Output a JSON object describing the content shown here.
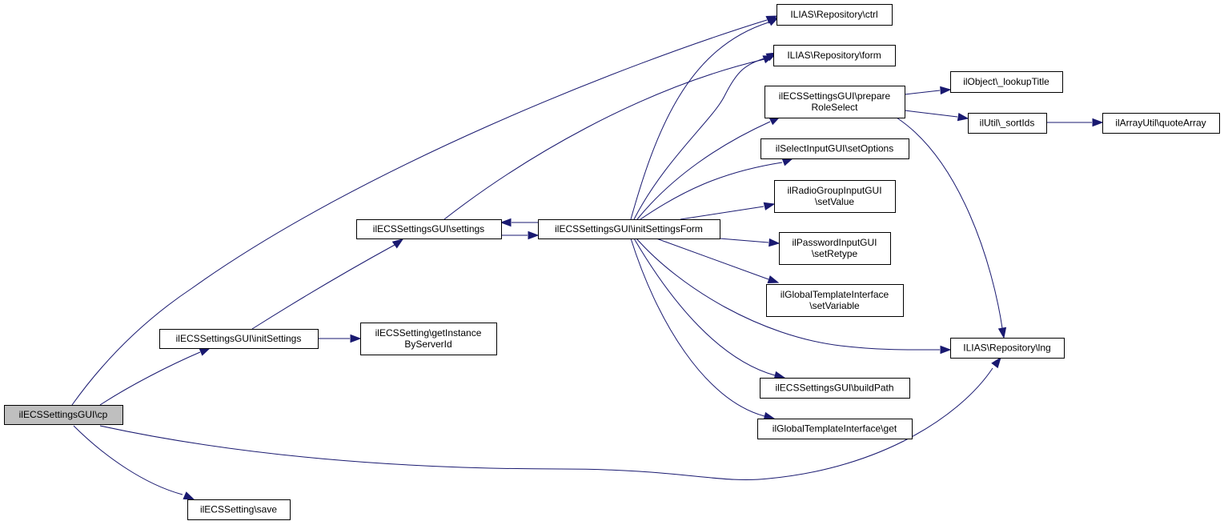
{
  "diagram": {
    "type": "call-graph",
    "colors": {
      "edge": "#191970",
      "root_fill": "#bfbfbf",
      "node_fill": "#ffffff",
      "node_border": "#000000"
    },
    "nodes": [
      {
        "id": "cp",
        "lines": [
          "ilECSSettingsGUI\\cp"
        ],
        "root": true
      },
      {
        "id": "save",
        "lines": [
          "ilECSSetting\\save"
        ]
      },
      {
        "id": "initSettings",
        "lines": [
          "ilECSSettingsGUI\\initSettings"
        ]
      },
      {
        "id": "getInstance",
        "lines": [
          "ilECSSetting\\getInstance",
          "ByServerId"
        ]
      },
      {
        "id": "settings",
        "lines": [
          "ilECSSettingsGUI\\settings"
        ]
      },
      {
        "id": "initSettingsForm",
        "lines": [
          "ilECSSettingsGUI\\initSettingsForm"
        ]
      },
      {
        "id": "ctrl",
        "lines": [
          "ILIAS\\Repository\\ctrl"
        ]
      },
      {
        "id": "form",
        "lines": [
          "ILIAS\\Repository\\form"
        ]
      },
      {
        "id": "prepareRoleSelect",
        "lines": [
          "ilECSSettingsGUI\\prepare",
          "RoleSelect"
        ]
      },
      {
        "id": "setOptions",
        "lines": [
          "ilSelectInputGUI\\setOptions"
        ]
      },
      {
        "id": "setValue",
        "lines": [
          "ilRadioGroupInputGUI",
          "\\setValue"
        ]
      },
      {
        "id": "setRetype",
        "lines": [
          "ilPasswordInputGUI",
          "\\setRetype"
        ]
      },
      {
        "id": "setVariable",
        "lines": [
          "ilGlobalTemplateInterface",
          "\\setVariable"
        ]
      },
      {
        "id": "lng",
        "lines": [
          "ILIAS\\Repository\\lng"
        ]
      },
      {
        "id": "buildPath",
        "lines": [
          "ilECSSettingsGUI\\buildPath"
        ]
      },
      {
        "id": "get",
        "lines": [
          "ilGlobalTemplateInterface\\get"
        ]
      },
      {
        "id": "lookupTitle",
        "lines": [
          "ilObject\\_lookupTitle"
        ]
      },
      {
        "id": "sortIds",
        "lines": [
          "ilUtil\\_sortIds"
        ]
      },
      {
        "id": "quoteArray",
        "lines": [
          "ilArrayUtil\\quoteArray"
        ]
      }
    ],
    "edges": [
      {
        "from": "cp",
        "to": "ctrl"
      },
      {
        "from": "cp",
        "to": "initSettings"
      },
      {
        "from": "cp",
        "to": "lng"
      },
      {
        "from": "cp",
        "to": "save"
      },
      {
        "from": "initSettings",
        "to": "settings"
      },
      {
        "from": "initSettings",
        "to": "getInstance"
      },
      {
        "from": "settings",
        "to": "form"
      },
      {
        "from": "settings",
        "to": "initSettingsForm"
      },
      {
        "from": "initSettingsForm",
        "to": "settings"
      },
      {
        "from": "initSettingsForm",
        "to": "ctrl"
      },
      {
        "from": "initSettingsForm",
        "to": "form"
      },
      {
        "from": "initSettingsForm",
        "to": "prepareRoleSelect"
      },
      {
        "from": "initSettingsForm",
        "to": "setOptions"
      },
      {
        "from": "initSettingsForm",
        "to": "setValue"
      },
      {
        "from": "initSettingsForm",
        "to": "setRetype"
      },
      {
        "from": "initSettingsForm",
        "to": "setVariable"
      },
      {
        "from": "initSettingsForm",
        "to": "lng"
      },
      {
        "from": "initSettingsForm",
        "to": "buildPath"
      },
      {
        "from": "initSettingsForm",
        "to": "get"
      },
      {
        "from": "prepareRoleSelect",
        "to": "lookupTitle"
      },
      {
        "from": "prepareRoleSelect",
        "to": "sortIds"
      },
      {
        "from": "prepareRoleSelect",
        "to": "lng"
      },
      {
        "from": "sortIds",
        "to": "quoteArray"
      }
    ]
  }
}
